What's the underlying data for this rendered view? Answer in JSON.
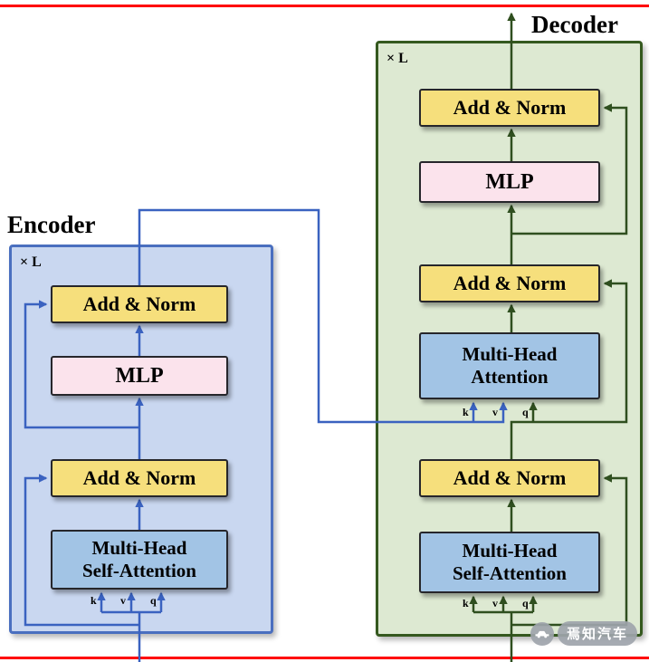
{
  "titles": {
    "encoder": "Encoder",
    "decoder": "Decoder"
  },
  "repeat_label": "× L",
  "encoder": {
    "add_norm_top": "Add & Norm",
    "mlp": "MLP",
    "add_norm_bottom": "Add & Norm",
    "self_attn_line1": "Multi-Head",
    "self_attn_line2": "Self-Attention",
    "kvq": {
      "k": "k",
      "v": "v",
      "q": "q"
    }
  },
  "decoder": {
    "add_norm_top": "Add & Norm",
    "mlp": "MLP",
    "add_norm_mid": "Add & Norm",
    "cross_attn_line1": "Multi-Head",
    "cross_attn_line2": "Attention",
    "add_norm_bottom": "Add & Norm",
    "self_attn_line1": "Multi-Head",
    "self_attn_line2": "Self-Attention",
    "kvq_cross": {
      "k": "k",
      "v": "v",
      "q": "q"
    },
    "kvq_self": {
      "k": "k",
      "v": "v",
      "q": "q"
    }
  },
  "watermark": {
    "text": "焉知汽车",
    "icon": "car-icon"
  },
  "colors": {
    "rule_red": "#ff0000",
    "encoder_fill": "#c9d7f0",
    "encoder_border": "#4a6fbf",
    "decoder_fill": "#dde9d2",
    "decoder_border": "#35591f",
    "add_norm_fill": "#f6df7c",
    "mlp_fill": "#fbe3ec",
    "attention_fill": "#a2c4e5",
    "arrow_blue": "#3a62c0",
    "arrow_green": "#2f4f1f"
  }
}
